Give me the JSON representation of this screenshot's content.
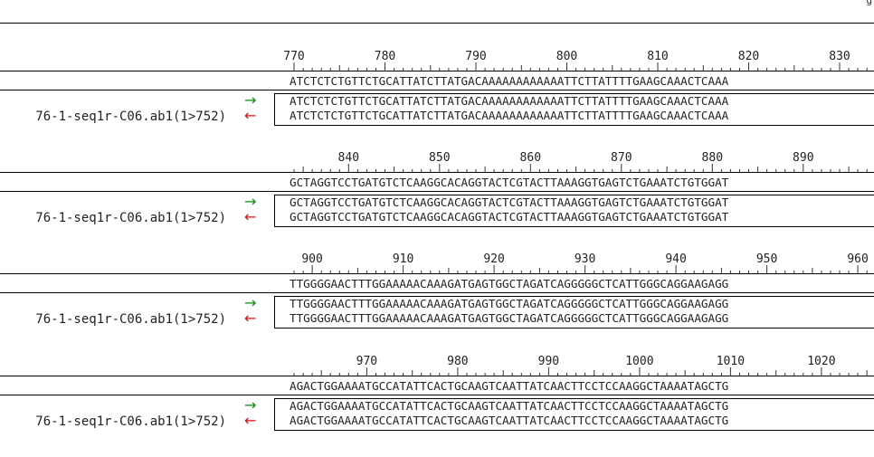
{
  "corner_text": "g",
  "read_label": "76-1-seq1r-C06.ab1(1>752)",
  "arrows": {
    "forward": "→",
    "reverse": "←"
  },
  "colors": {
    "forward": "#0a8a0a",
    "reverse": "#d01010"
  },
  "blocks": [
    {
      "start": 770,
      "tick_labels": [
        "770",
        "780",
        "790",
        "800",
        "810",
        "820",
        "830"
      ],
      "consensus": "ATCTCTCTGTTCTGCATTATCTTATGACAAAAAAAAAAAATTCTTATTTTGAAGCAAACTCAAA",
      "forward": "ATCTCTCTGTTCTGCATTATCTTATGACAAAAAAAAAAAATTCTTATTTTGAAGCAAACTCAAA",
      "reverse": "ATCTCTCTGTTCTGCATTATCTTATGACAAAAAAAAAAAATTCTTATTTTGAAGCAAACTCAAA"
    },
    {
      "start": 834,
      "tick_labels": [
        "840",
        "850",
        "860",
        "870",
        "880",
        "890"
      ],
      "consensus": "GCTAGGTCCTGATGTCTCAAGGCACAGGTACTCGTACTTAAAGGTGAGTCTGAAATCTGTGGAT",
      "forward": "GCTAGGTCCTGATGTCTCAAGGCACAGGTACTCGTACTTAAAGGTGAGTCTGAAATCTGTGGAT",
      "reverse": "GCTAGGTCCTGATGTCTCAAGGCACAGGTACTCGTACTTAAAGGTGAGTCTGAAATCTGTGGAT"
    },
    {
      "start": 898,
      "tick_labels": [
        "900",
        "910",
        "920",
        "930",
        "940",
        "950",
        "960"
      ],
      "consensus": "TTGGGGAACTTTGGAAAAACAAAGATGAGTGGCTAGATCAGGGGGCTCATTGGGCAGGAAGAGG",
      "forward": "TTGGGGAACTTTGGAAAAACAAAGATGAGTGGCTAGATCAGGGGGCTCATTGGGCAGGAAGAGG",
      "reverse": "TTGGGGAACTTTGGAAAAACAAAGATGAGTGGCTAGATCAGGGGGCTCATTGGGCAGGAAGAGG"
    },
    {
      "start": 962,
      "tick_labels": [
        "970",
        "980",
        "990",
        "1000",
        "1010",
        "1020"
      ],
      "consensus": "AGACTGGAAAATGCCATATTCACTGCAAGTCAATTATCAACTTCCTCCAAGGCTAAAATAGCTG",
      "forward": "AGACTGGAAAATGCCATATTCACTGCAAGTCAATTATCAACTTCCTCCAAGGCTAAAATAGCTG",
      "reverse": "AGACTGGAAAATGCCATATTCACTGCAAGTCAATTATCAACTTCCTCCAAGGCTAAAATAGCTG"
    }
  ]
}
